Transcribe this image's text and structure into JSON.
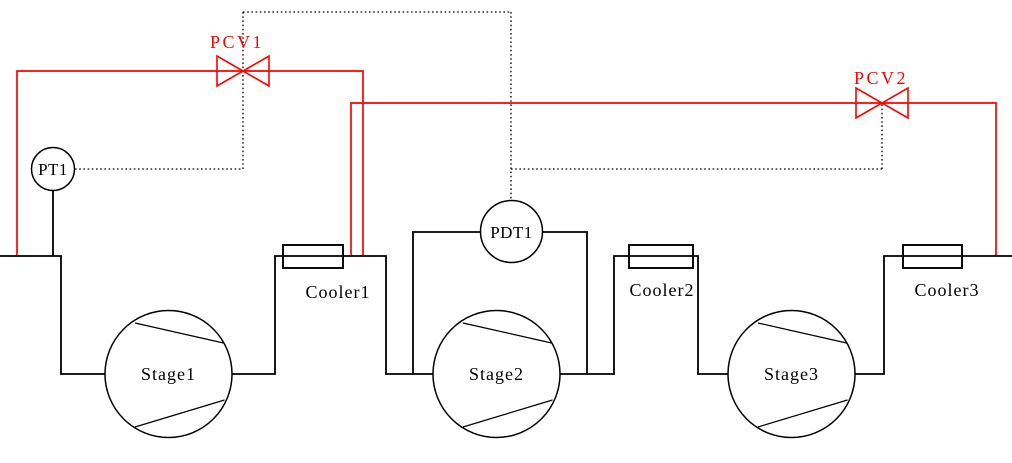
{
  "colors": {
    "background": "#ffffff",
    "process_line": "#000000",
    "signal_line": "#000000",
    "recycle_line": "#fe0000",
    "valve": "#fe0000"
  },
  "equipment": {
    "stages": [
      {
        "label": "Stage1"
      },
      {
        "label": "Stage2"
      },
      {
        "label": "Stage3"
      }
    ],
    "coolers": [
      {
        "label": "Cooler1"
      },
      {
        "label": "Cooler2"
      },
      {
        "label": "Cooler3"
      }
    ],
    "transmitters": [
      {
        "label": "PT1"
      },
      {
        "label": "PDT1"
      }
    ],
    "valves": [
      {
        "label": "PCV1"
      },
      {
        "label": "PCV2"
      }
    ]
  }
}
